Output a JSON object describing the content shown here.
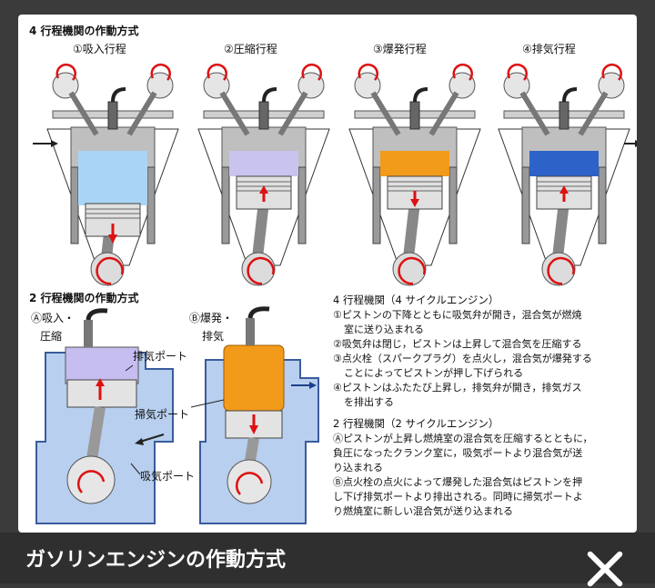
{
  "viewer": {
    "caption": "ガソリンエンジンの作動方式",
    "close_icon": "close-icon"
  },
  "figure": {
    "four_stroke": {
      "heading": "4 行程機関の作動方式",
      "strokes": [
        {
          "label": "①吸入行程",
          "gas_color": "#a9d4f5"
        },
        {
          "label": "②圧縮行程",
          "gas_color": "#c9c3ef"
        },
        {
          "label": "③爆発行程",
          "gas_color": "#f29a1a"
        },
        {
          "label": "④排気行程",
          "gas_color": "#2d62c9"
        }
      ]
    },
    "two_stroke": {
      "heading": "2 行程機関の作動方式",
      "a_label_1": "Ⓐ吸入・",
      "a_label_2": "圧縮",
      "b_label_1": "Ⓑ爆発・",
      "b_label_2": "排気",
      "callout_exhaust": "排気ポート",
      "callout_scavenge": "掃気ポート",
      "callout_intake": "吸気ポート"
    },
    "explanation": {
      "four_title": "4 行程機関（4 サイクルエンジン）",
      "four_lines": [
        "①ピストンの下降とともに吸気弁が開き，混合気が燃焼",
        "室に送り込まれる",
        "②吸気弁は閉じ，ピストンは上昇して混合気を圧縮する",
        "③点火栓（スパークプラグ）を点火し，混合気が爆発する",
        "ことによってピストンが押し下げられる",
        "④ピストンはふたたび上昇し，排気弁が開き，排気ガス",
        "を排出する"
      ],
      "two_title": "2 行程機関（2 サイクルエンジン）",
      "two_lines": [
        "Ⓐピストンが上昇し燃焼室の混合気を圧縮するとともに，",
        "負圧になったクランク室に，吸気ポートより混合気が送",
        "り込まれる",
        "Ⓑ点火栓の点火によって爆発した混合気はピストンを押",
        "し下げ排気ポートより排出される。同時に掃気ポートよ",
        "り燃焼室に新しい混合気が送り込まれる"
      ]
    }
  }
}
